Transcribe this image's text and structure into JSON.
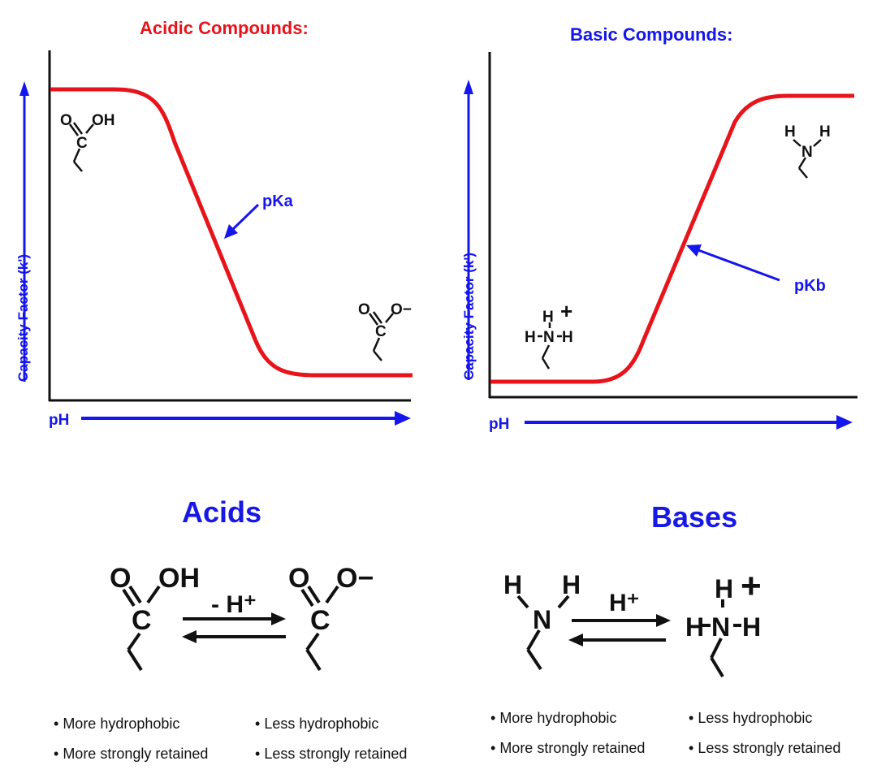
{
  "panels": {
    "acidic": {
      "title": "Acidic Compounds:",
      "ylabel": "Capacity Factor (k')",
      "xlabel": "pH",
      "annotation": "pKa"
    },
    "basic": {
      "title": "Basic Compounds:",
      "ylabel": "Capacity Factor (k')",
      "xlabel": "pH",
      "annotation": "pKb"
    }
  },
  "atoms": {
    "O": "O",
    "OH": "OH",
    "C": "C",
    "Ominus": "O−",
    "H": "H",
    "N": "N",
    "plus": "+",
    "HNH": "H-N-H"
  },
  "acids": {
    "heading": "Acids",
    "reaction": "- H⁺",
    "bullets_left": [
      "More hydrophobic",
      "More strongly retained"
    ],
    "bullets_right": [
      "Less hydrophobic",
      "Less strongly retained"
    ]
  },
  "bases": {
    "heading": "Bases",
    "reaction": "H⁺",
    "bullets_left": [
      "More hydrophobic",
      "More strongly retained"
    ],
    "bullets_right": [
      "Less hydrophobic",
      "Less strongly retained"
    ]
  },
  "colors": {
    "curve": "#e8141b",
    "accent_blue": "#1515ee",
    "axis": "#111111"
  }
}
